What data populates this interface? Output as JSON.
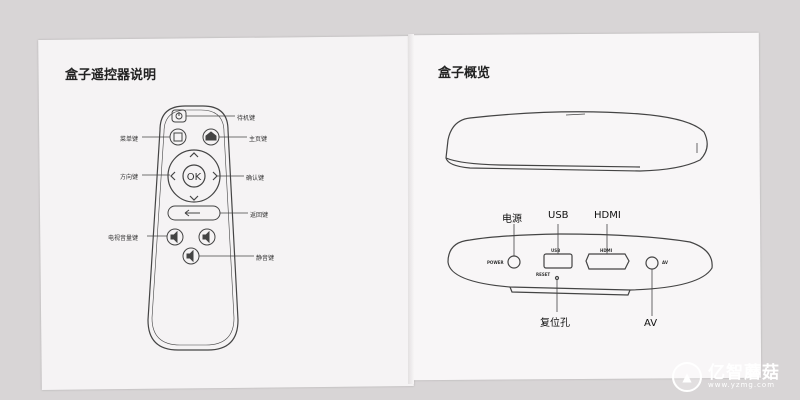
{
  "left_page": {
    "title": "盒子遥控器说明",
    "labels": {
      "standby": "待机键",
      "menu": "菜单键",
      "home": "主页键",
      "direction": "方向键",
      "confirm": "确认键",
      "back": "返回键",
      "tv_volume": "电视音量键",
      "mute": "静音键"
    },
    "ok_text": "OK"
  },
  "right_page": {
    "title": "盒子概览",
    "callouts": {
      "power": "电源",
      "usb": "USB",
      "hdmi": "HDMI",
      "reset": "复位孔",
      "av": "AV"
    },
    "port_marks": {
      "power": "POWER",
      "usb": "USB",
      "hdmi": "HDMI",
      "av": "AV",
      "reset": "RESET"
    }
  },
  "watermark": {
    "name": "亿智蘑菇",
    "url": "www.yzmg.com"
  }
}
